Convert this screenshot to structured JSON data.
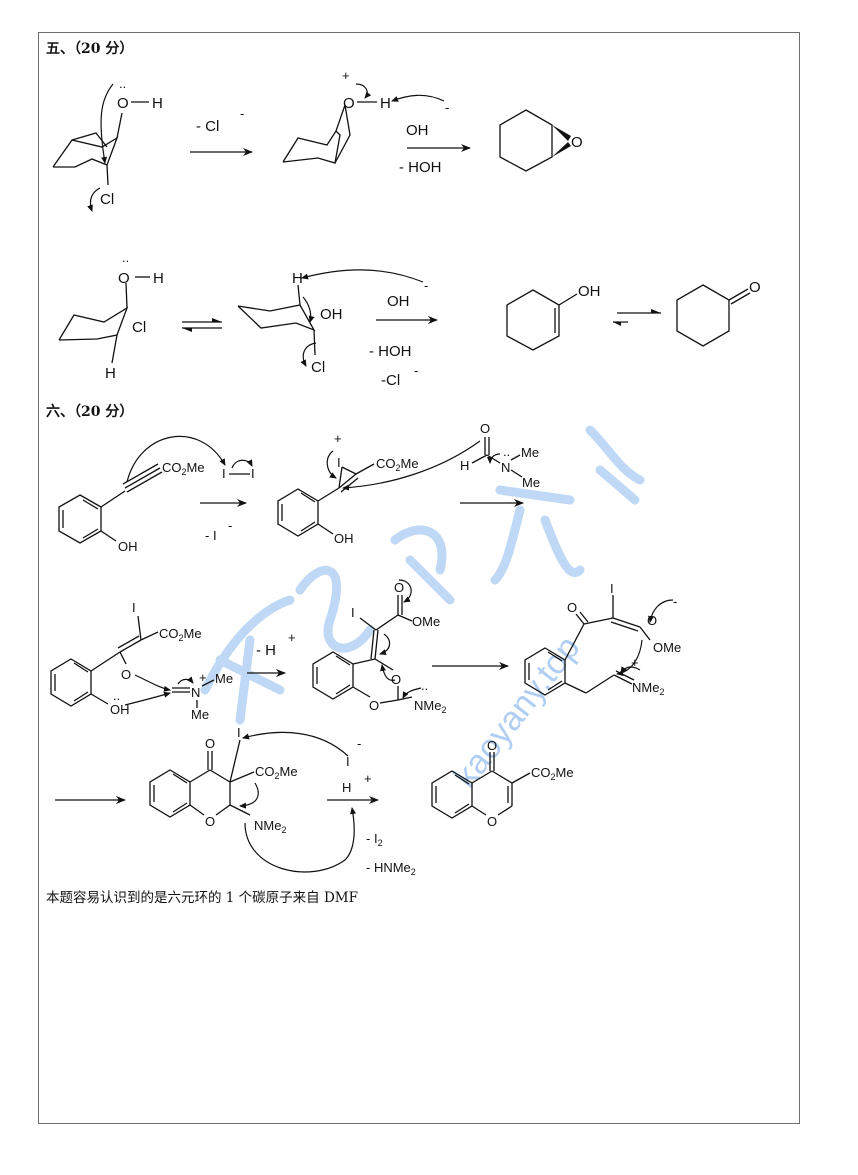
{
  "document": {
    "sections": [
      {
        "id": "five",
        "heading": "五、（20 分）",
        "scheme_1": {
          "reactant": {
            "atoms": [
              "O",
              "H",
              "Cl"
            ],
            "lone_pair": "..",
            "description": "trans-2-chlorocyclohexanol chair, OH axial"
          },
          "step_1_reagent": "- Cl",
          "step_1_charge": "-",
          "intermediate": {
            "atoms": [
              "O",
              "H"
            ],
            "charge": "+",
            "description": "protonated epoxide"
          },
          "step_2_reagent_top": "OH",
          "step_2_reagent_top_charge": "-",
          "step_2_reagent_bottom": "- HOH",
          "product": {
            "atoms": [
              "O"
            ],
            "description": "cyclohexene oxide"
          }
        },
        "scheme_2": {
          "reactant": {
            "atoms": [
              "O",
              "H",
              "Cl",
              "H"
            ],
            "lone_pair": ".."
          },
          "equilibrium": "⇌",
          "intermediate": {
            "atoms": [
              "H",
              "OH",
              "Cl"
            ]
          },
          "reagent_top": "OH",
          "reagent_top_charge": "-",
          "reagent_bottom_1": "- HOH",
          "reagent_bottom_2": "-Cl",
          "reagent_bottom_2_charge": "-",
          "enol": {
            "atoms": [
              "OH"
            ],
            "description": "cyclohex-1-en-1-ol"
          },
          "tautomer_arrow": "⇌",
          "ketone": {
            "atoms": [
              "O"
            ],
            "description": "cyclohexanone"
          }
        }
      },
      {
        "id": "six",
        "heading": "六、（20 分）",
        "row_1": {
          "reactant_labels": [
            "CO2Me",
            "OH"
          ],
          "iodine": "I—I",
          "arrow_reagent": "- I",
          "arrow_reagent_charge": "-",
          "iodonium_labels": [
            "+",
            "I",
            "CO2Me",
            "OH"
          ],
          "dmf_labels": [
            "O",
            "H",
            "N",
            "Me",
            "Me",
            ".."
          ]
        },
        "row_2": {
          "intermediate_1_labels": [
            "I",
            "CO2Me",
            "O",
            "OH",
            "N",
            "+",
            "Me",
            "Me",
            ".."
          ],
          "step_reagent": "- H",
          "step_reagent_charge": "+",
          "intermediate_2_labels": [
            "I",
            "O",
            "OMe",
            "O",
            "O",
            "NMe2",
            ".."
          ],
          "intermediate_3_labels": [
            "O",
            "I",
            "O",
            "OMe",
            "NMe2",
            "+",
            "-"
          ]
        },
        "row_3": {
          "intermediate_4_labels": [
            "O",
            "I",
            "CO2Me",
            "O",
            "NMe2"
          ],
          "iodide": "I",
          "iodide_charge": "-",
          "proton": "H",
          "proton_charge": "+",
          "byproduct_1": "- I2",
          "byproduct_2": "- HNMe2",
          "product_labels": [
            "O",
            "CO2Me",
            "O"
          ],
          "product_description": "methyl 4-oxo-4H-chromene-3-carboxylate"
        },
        "footnote": "本题容易认识到的是六元环的 1 个碳原子来自 DMF"
      }
    ],
    "watermark": {
      "text": "kaoyany.top",
      "color": "#9cc3ef"
    }
  }
}
